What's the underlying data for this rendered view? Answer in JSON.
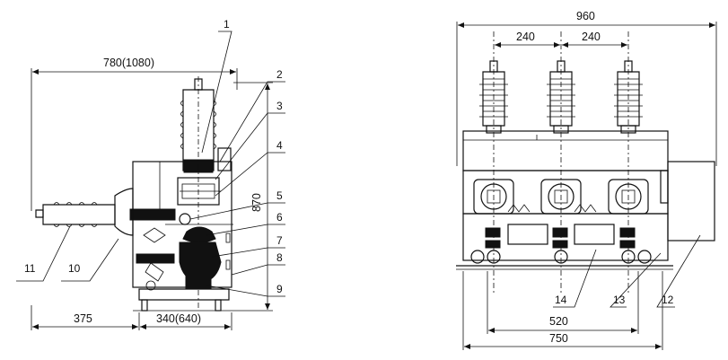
{
  "side_view": {
    "dimensions": {
      "overall_width": "780(1080)",
      "height": "870",
      "left_offset": "375",
      "base_width": "340(640)"
    },
    "callouts": [
      "1",
      "2",
      "3",
      "4",
      "5",
      "6",
      "7",
      "8",
      "9",
      "10",
      "11"
    ]
  },
  "front_view": {
    "dimensions": {
      "overall_width": "960",
      "pole_pitch_1": "240",
      "pole_pitch_2": "240",
      "mount_inner": "520",
      "mount_outer": "750"
    },
    "callouts": [
      "12",
      "13",
      "14"
    ]
  }
}
